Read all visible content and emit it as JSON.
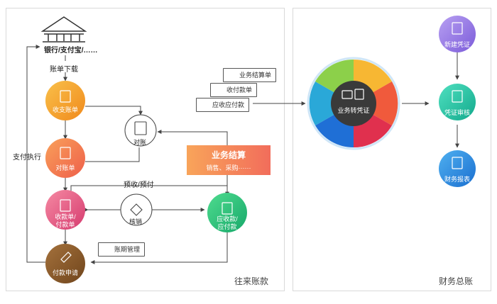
{
  "panels": {
    "left_title": "往来账款",
    "right_title": "财务总账"
  },
  "bank_label": "银行/支付宝/……",
  "bill_download_label": "账单下载",
  "pay_exec_label": "支付执行",
  "prepay_label": "预收/预付",
  "nodes": {
    "shouzhi": "收支账单",
    "duizhang_doc": "对账单",
    "shoukuan": [
      "收款单/",
      "付款单"
    ],
    "fukuan_apply": "付款申请",
    "duizhang": "对账",
    "hexiao": "核销",
    "yingshou": [
      "应收款/",
      "应付款"
    ]
  },
  "banner": {
    "title": "业务结算",
    "subtitle": "销售、采购······"
  },
  "docs": {
    "biz_settle": "业务结算单",
    "receipt": "收付款单",
    "ar_ap": "应收应付款"
  },
  "period_mgmt": "账期管理",
  "hub_label": "业务转凭证",
  "right_nodes": {
    "new_voucher": "新建凭证",
    "audit": "凭证审核",
    "report": "财务报表"
  },
  "colors": {
    "orange": "#f5a623",
    "red_orange": "#f26d5b",
    "pink": "#e8507a",
    "brown": "#8c5a2b",
    "green": "#2ec27e",
    "purple": "#9b7be6",
    "teal": "#22c3a6",
    "blue": "#1f8fe0"
  }
}
